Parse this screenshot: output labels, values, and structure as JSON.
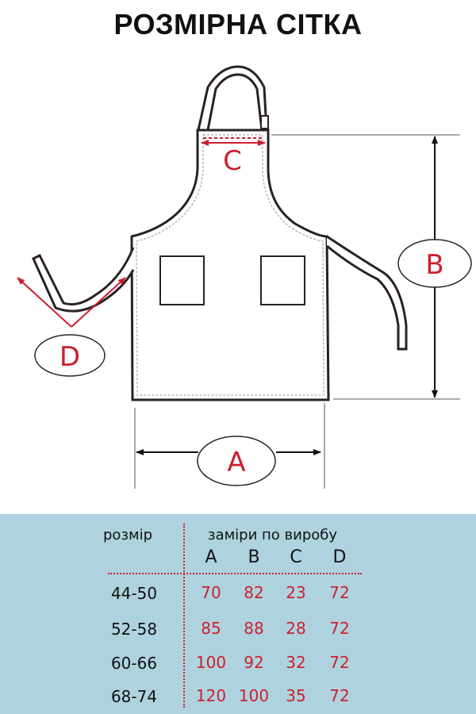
{
  "title": "РОЗМІРНА СІТКА",
  "diagram": {
    "labels": {
      "a": "A",
      "b": "B",
      "c": "C",
      "d": "D"
    },
    "colors": {
      "outline": "#2a2222",
      "accent": "#cc1f2d",
      "stitch": "#b8b8b8"
    }
  },
  "table": {
    "size_header": "розмір",
    "measure_header": "заміри по виробу",
    "columns": [
      "A",
      "B",
      "C",
      "D"
    ],
    "rows": [
      {
        "size": "44-50",
        "values": [
          "70",
          "82",
          "23",
          "72"
        ]
      },
      {
        "size": "52-58",
        "values": [
          "85",
          "88",
          "28",
          "72"
        ]
      },
      {
        "size": "60-66",
        "values": [
          "100",
          "92",
          "32",
          "72"
        ]
      },
      {
        "size": "68-74",
        "values": [
          "120",
          "100",
          "35",
          "72"
        ]
      }
    ],
    "background": "#aed3df"
  }
}
